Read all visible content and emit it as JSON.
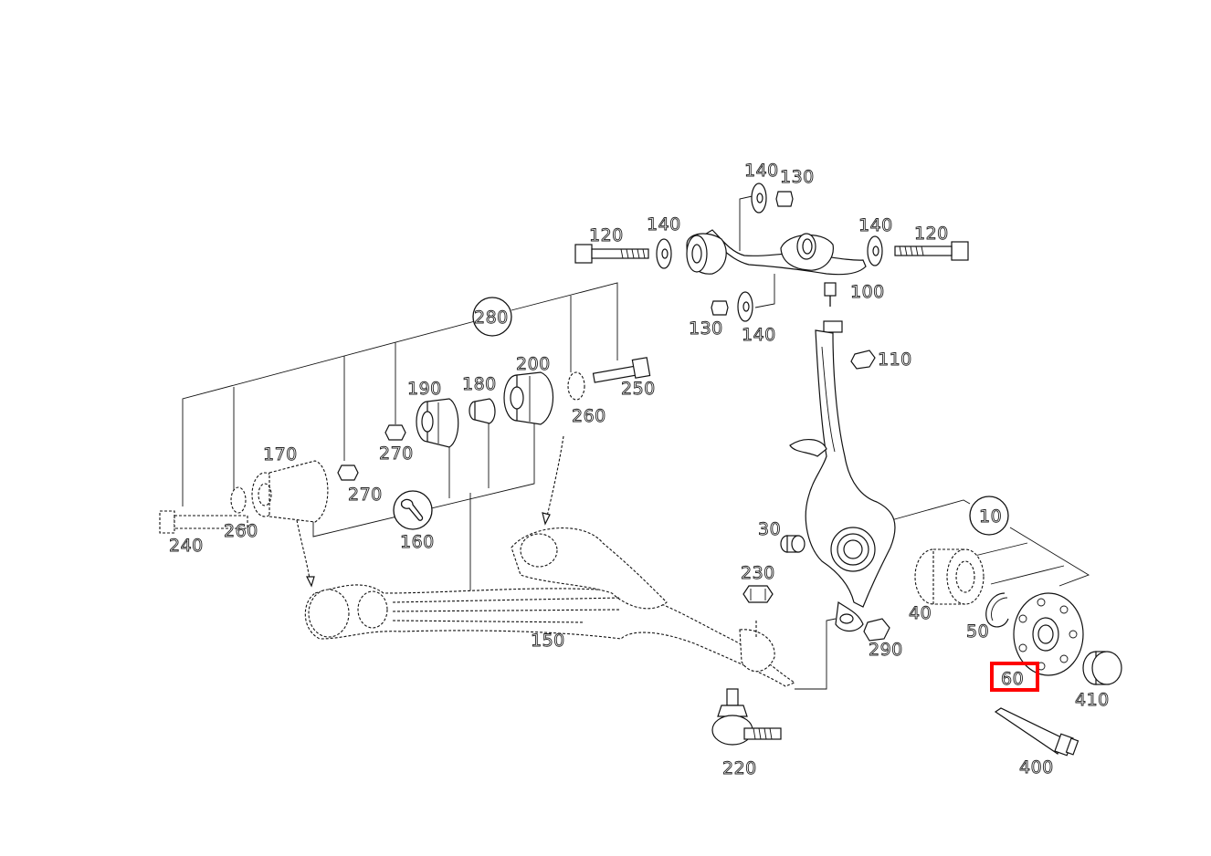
{
  "diagram": {
    "labels": {
      "p10": "10",
      "p30": "30",
      "p40": "40",
      "p50": "50",
      "p60": "60",
      "p100": "100",
      "p110": "110",
      "p120a": "120",
      "p120b": "120",
      "p130a": "130",
      "p130b": "130",
      "p140a": "140",
      "p140b": "140",
      "p140c": "140",
      "p140d": "140",
      "p150": "150",
      "p160": "160",
      "p170": "170",
      "p180": "180",
      "p190": "190",
      "p200": "200",
      "p220": "220",
      "p230": "230",
      "p240": "240",
      "p250": "250",
      "p260a": "260",
      "p260b": "260",
      "p270a": "270",
      "p270b": "270",
      "p280": "280",
      "p290": "290",
      "p400": "400",
      "p410": "410"
    },
    "highlight": {
      "part": "60",
      "color": "#ff0000"
    }
  }
}
